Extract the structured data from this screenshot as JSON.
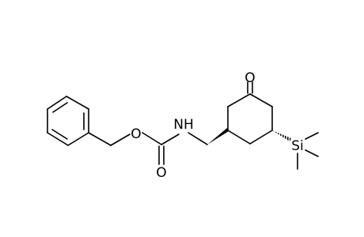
{
  "molecule": {
    "atoms": {
      "O_ketone": "O",
      "NH": "NH",
      "O_ester": "O",
      "O_carbonyl": "O",
      "Si": "Si"
    }
  },
  "colors": {
    "bond": "#000000",
    "background": "#ffffff"
  }
}
